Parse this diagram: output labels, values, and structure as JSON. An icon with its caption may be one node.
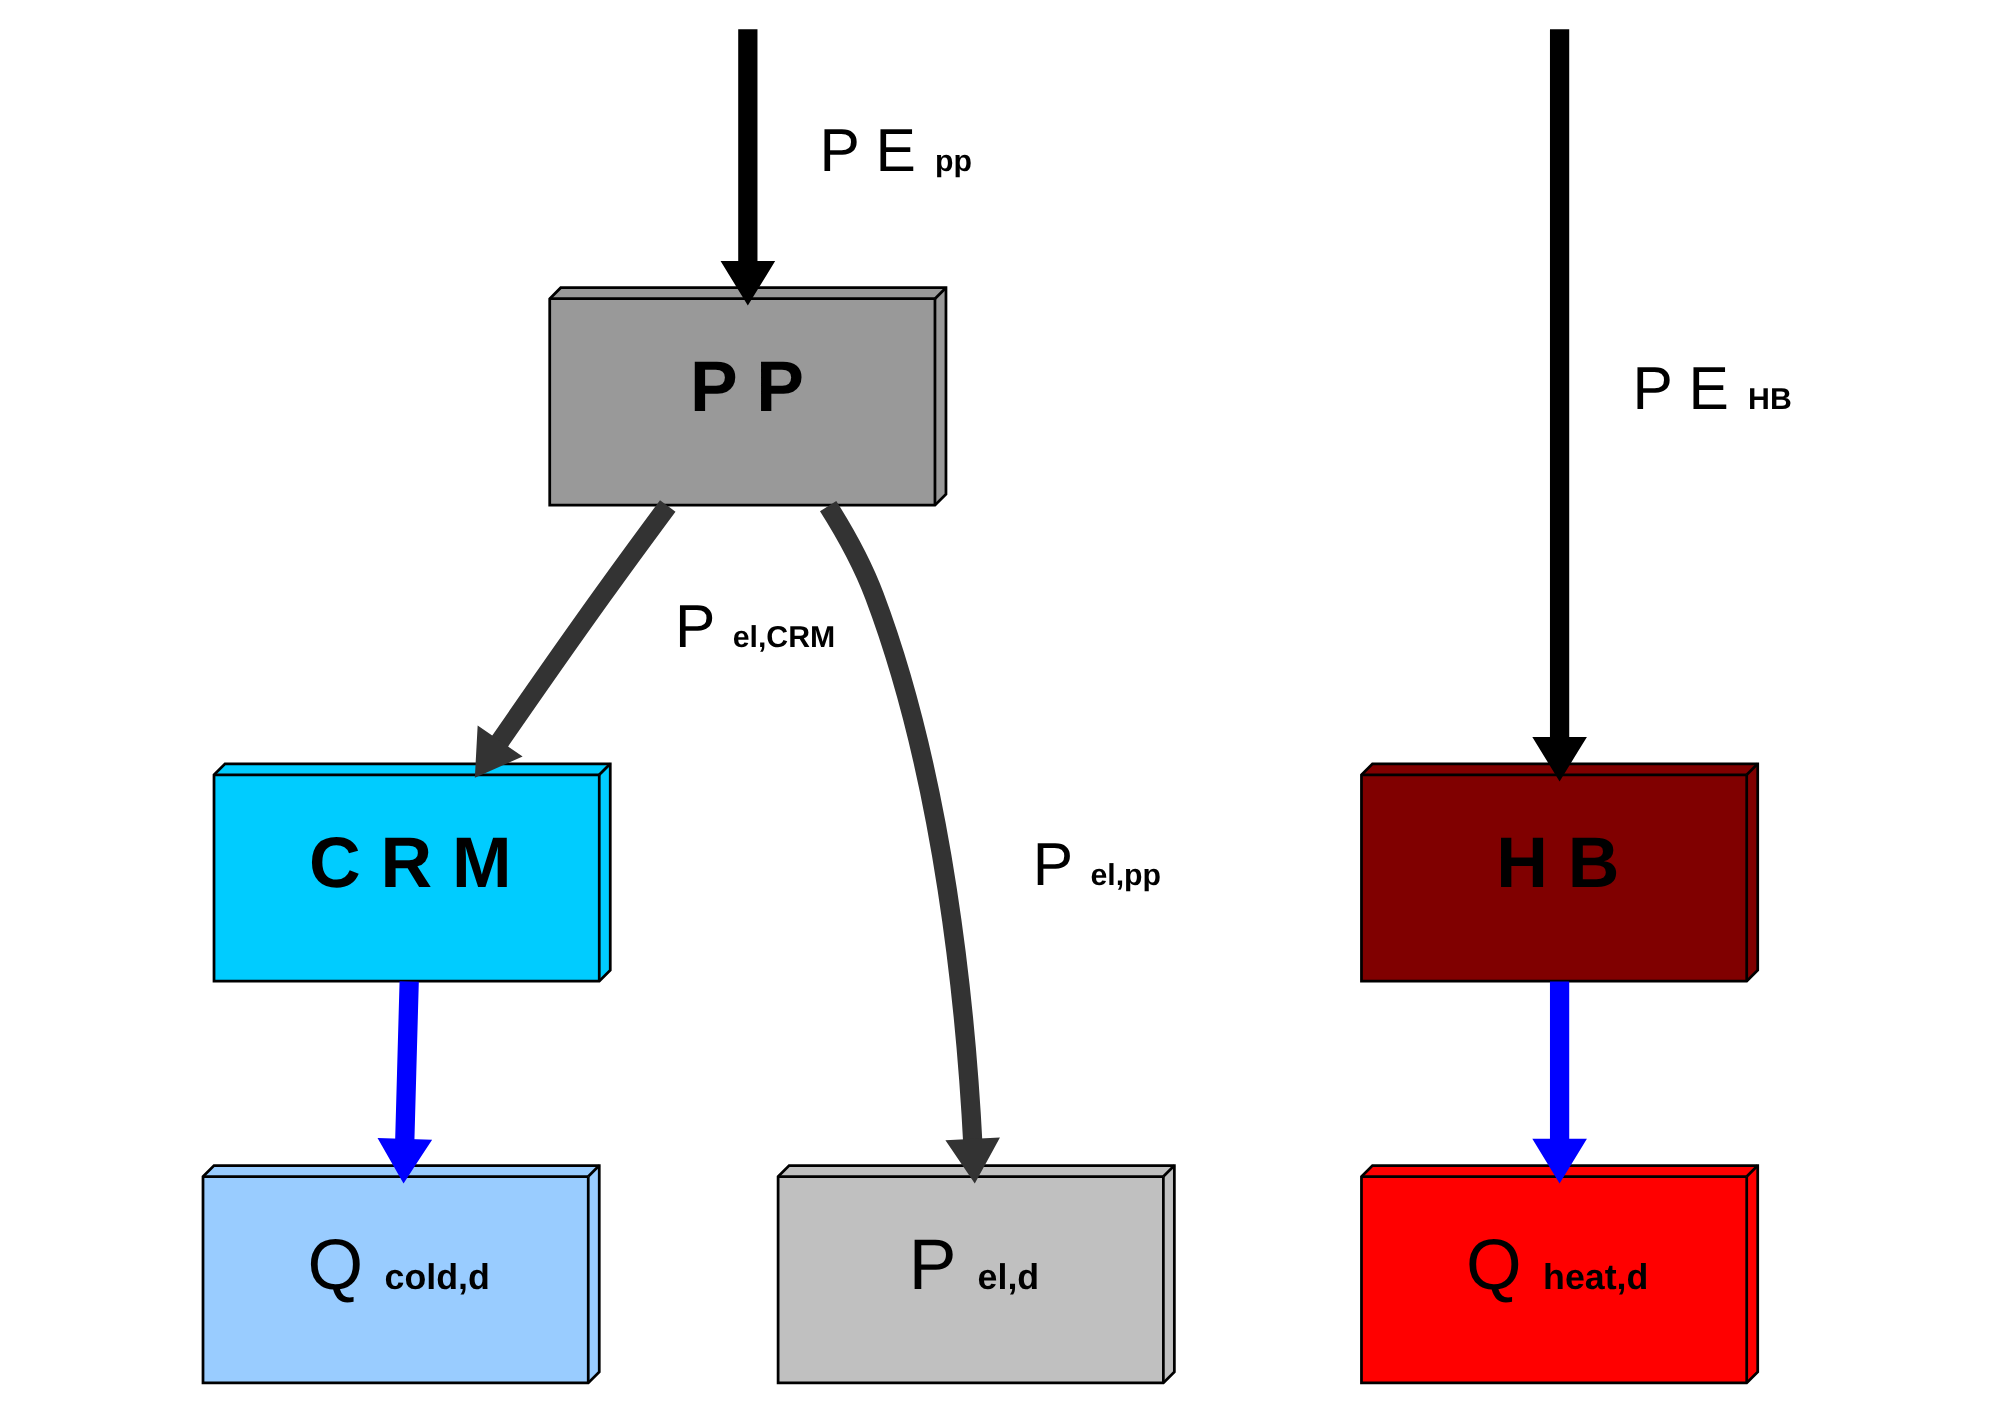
{
  "diagram": {
    "nodes": [
      {
        "text": [
          "P P"
        ]
      },
      {
        "text": [
          "C R M"
        ]
      },
      {
        "text": [
          "H B"
        ]
      },
      {
        "text": [
          "P $_{el,d}$"
        ]
      },
      {
        "text": [
          "Q $_{cold,d}$"
        ]
      },
      {
        "text": [
          "Q $_{heat,d}$"
        ]
      }
    ],
    "edges": [
      {
        "from": null,
        "to": 0,
        "arrow": "to",
        "label": "P E $_{pp}$",
        "color": "#000000"
      },
      {
        "from": null,
        "to": 2,
        "arrow": "to",
        "label": "P E $_{HB}$",
        "color": "#000000"
      },
      {
        "from": 0,
        "to": 3,
        "arrow": "to",
        "label": "P $_{el,pp}$",
        "color": "#333333"
      },
      {
        "from": 0,
        "to": 1,
        "arrow": "to",
        "label": "P $_{el,CRM}$",
        "color": "#333333"
      },
      {
        "from": 1,
        "to": 4,
        "arrow": "to",
        "color": "#0000ff"
      },
      {
        "from": 2,
        "to": 5,
        "arrow": "to",
        "color": "#0000ff"
      }
    ]
  }
}
